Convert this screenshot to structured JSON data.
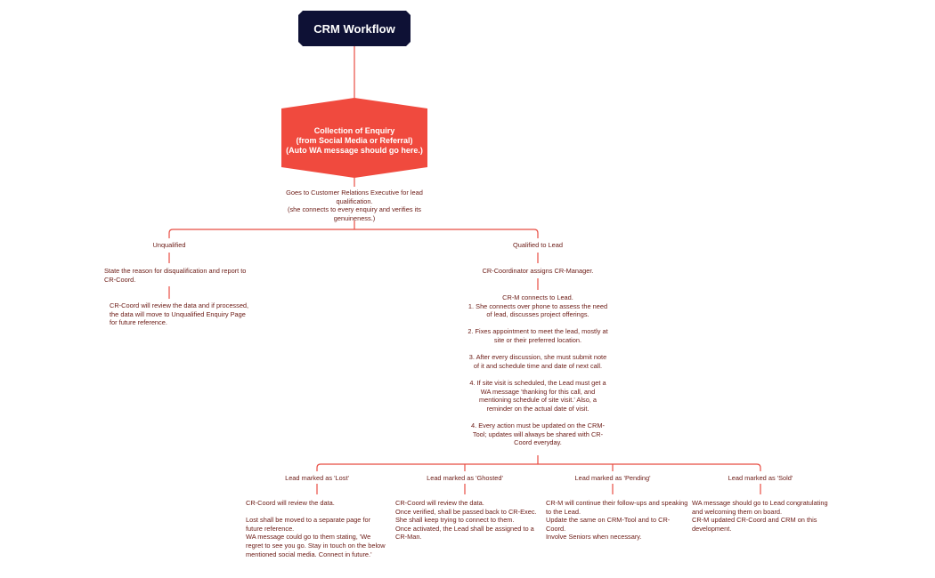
{
  "title": "CRM Workflow",
  "enquiry": "Collection of Enquiry\n(from Social Media or Referral)\n(Auto WA message should go here.)",
  "cre": "Goes to Customer Relations Executive for lead qualification.\n(she connects to every enquiry and verifies its genuineness.)",
  "unqualified": {
    "label": "Unqualified",
    "reason": "State the reason for disqualification and report to CR-Coord.",
    "review": "CR-Coord will review the data and if processed, the data will move to Unqualified Enquiry Page for future reference."
  },
  "qualified": {
    "label": "Qualified to Lead",
    "assign": "CR-Coordinator assigns CR-Manager.",
    "connect": "CR-M connects to Lead.\n1. She connects over phone to assess the need of lead, discusses project offerings.\n\n2. Fixes appointment to meet the lead, mostly at site or their preferred location.\n\n3. After every discussion, she must submit note of it and schedule time and date of next call.\n\n4. If site visit is scheduled, the Lead must get a WA message 'thanking for this call, and mentioning schedule of site visit.' Also, a reminder on the actual date of visit.\n\n4. Every action must be updated on the CRM-Tool; updates will always be shared with CR-Coord everyday."
  },
  "outcomes": [
    {
      "label": "Lead marked as 'Lost'",
      "text": "CR-Coord will review the data.\n\nLost shall be moved to a separate page for future reference.\nWA message could go to them stating, 'We regret to see you go. Stay in touch on the below mentioned social media. Connect in future.'"
    },
    {
      "label": "Lead marked as 'Ghosted'",
      "text": "CR-Coord will review the data.\nOnce verified, shall be passed back to CR-Exec.\nShe shall keep trying to connect to them.\nOnce activated, the Lead shall be assigned to a CR-Man."
    },
    {
      "label": "Lead marked as 'Pending'",
      "text": "CR-M will continue their follow-ups and speaking to the Lead.\nUpdate the same on CRM-Tool and to CR-Coord.\nInvolve Seniors when necessary."
    },
    {
      "label": "Lead marked as 'Sold'",
      "text": "WA message should go to Lead congratulating and welcoming them on board.\nCR-M updated CR-Coord and CRM on this development."
    }
  ],
  "colors": {
    "title_bg": "#0e1135",
    "enquiry_bg": "#f04a3e",
    "connector": "#e84c42",
    "text": "#6b1a14"
  }
}
